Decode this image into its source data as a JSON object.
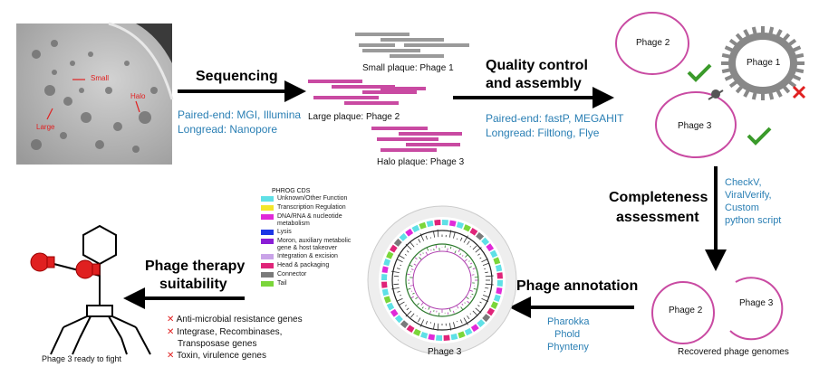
{
  "photo": {
    "labels": {
      "small": "Small",
      "halo": "Halo",
      "large": "Large"
    }
  },
  "steps": {
    "sequencing": "Sequencing",
    "qc": "Quality control",
    "qc2": "and assembly",
    "completeness": "Completeness",
    "completeness2": "assessment",
    "annotation": "Phage annotation",
    "therapy": "Phage therapy",
    "therapy2": "suitability"
  },
  "tools": {
    "seq1": "Paired-end: MGI, Illumina",
    "seq2": "Longread: Nanopore",
    "qc1": "Paired-end: fastP, MEGAHIT",
    "qc2": "Longread: Filtlong, Flye",
    "comp1": "CheckV,",
    "comp2": "ViralVerify,",
    "comp3": "Custom",
    "comp4": "python script",
    "ann1": "Pharokka",
    "ann2": "Phold",
    "ann3": "Phynteny"
  },
  "reads": {
    "small": "Small plaque: Phage 1",
    "large": "Large plaque: Phage 2",
    "halo": "Halo plaque: Phage 3"
  },
  "genomes": {
    "p2": "Phage 2",
    "p1": "Phage 1",
    "p3": "Phage 3",
    "rp2": "Phage 2",
    "rp3": "Phage 3",
    "recovered": "Recovered phage genomes"
  },
  "legend": {
    "title": "PHROG CDS",
    "items": [
      {
        "label": "Unknown/Other Function",
        "color": "#5fe0e6"
      },
      {
        "label": "Transcription Regulation",
        "color": "#f3e62b"
      },
      {
        "label": "DNA/RNA & nucleotide\nmetabolism",
        "color": "#e02ad8"
      },
      {
        "label": "Lysis",
        "color": "#1c36e6"
      },
      {
        "label": "Moron, auxiliary metabolic\ngene & host takeover",
        "color": "#8a1ed6"
      },
      {
        "label": "Integration & excision",
        "color": "#c9a3e8"
      },
      {
        "label": "Head & packaging",
        "color": "#e02479"
      },
      {
        "label": "Connector",
        "color": "#7a7a7a"
      },
      {
        "label": "Tail",
        "color": "#7bd63a"
      }
    ]
  },
  "circle_label": "Phage 3",
  "criteria": [
    "Anti-microbial resistance genes",
    "Integrase, Recombinases,",
    "Transposase genes",
    "Toxin, virulence genes"
  ],
  "ready": "Phage 3 ready to fight",
  "colors": {
    "blue": "#2a7fb4",
    "genome": "#c94aa2",
    "green": "#3a9a2a",
    "red": "#e02020"
  }
}
